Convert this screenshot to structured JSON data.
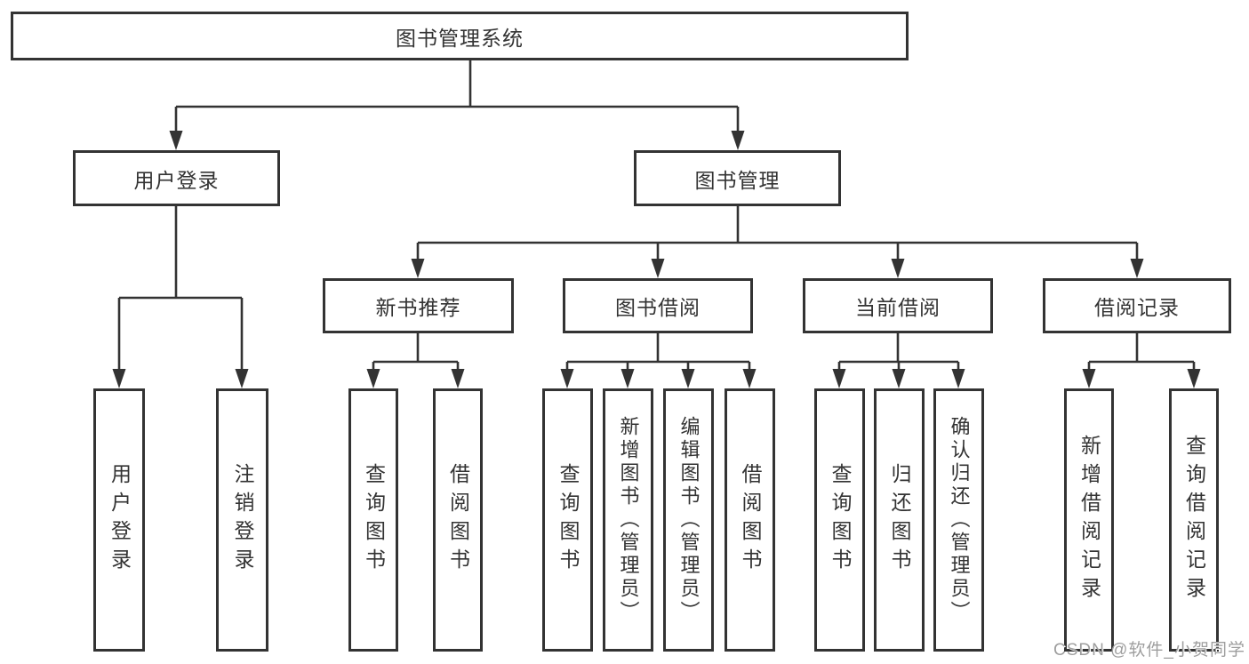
{
  "tree": {
    "root": "图书管理系统",
    "branches": [
      {
        "label": "用户登录",
        "children": [
          "用户登录",
          "注销登录"
        ]
      },
      {
        "label": "图书管理",
        "sections": [
          {
            "label": "新书推荐",
            "children": [
              "查询图书",
              "借阅图书"
            ]
          },
          {
            "label": "图书借阅",
            "children": [
              "查询图书",
              "新增图书（管理员）",
              "编辑图书（管理员）",
              "借阅图书"
            ]
          },
          {
            "label": "当前借阅",
            "children": [
              "查询图书",
              "归还图书",
              "确认归还（管理员）"
            ]
          },
          {
            "label": "借阅记录",
            "children": [
              "新增借阅记录",
              "查询借阅记录"
            ]
          }
        ]
      }
    ]
  },
  "watermark": "CSDN @软件_小贺同学",
  "colors": {
    "line": "#333333",
    "text": "#333333",
    "background": "#ffffff",
    "watermark": "#9e9e9e"
  }
}
